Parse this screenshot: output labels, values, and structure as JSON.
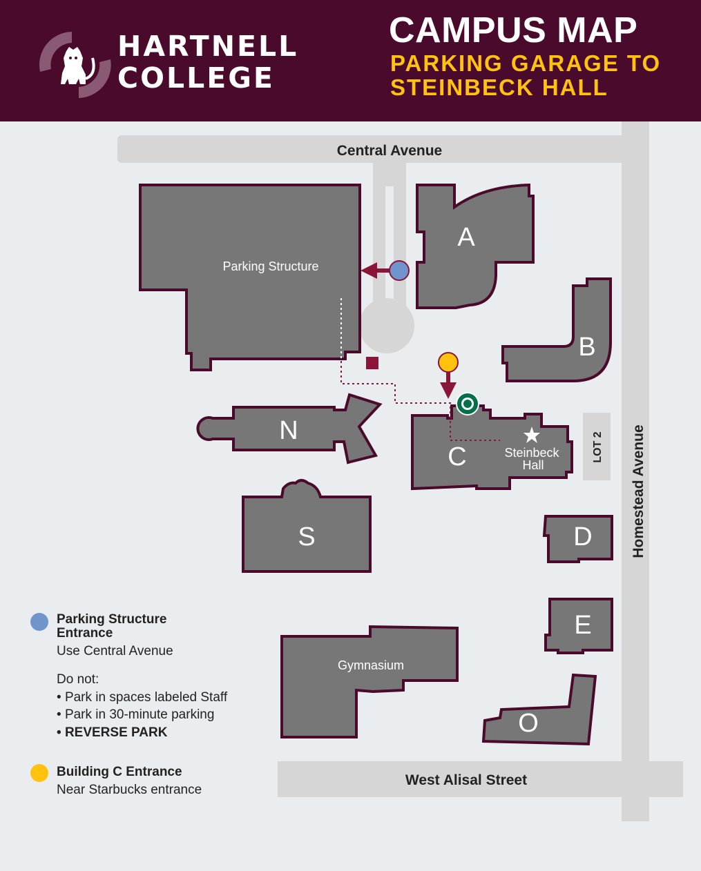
{
  "header": {
    "college_line1": "HARTNELL",
    "college_line2": "COLLEGE",
    "title": "CAMPUS MAP",
    "subtitle_line1": "PARKING GARAGE TO",
    "subtitle_line2": "STEINBECK HALL"
  },
  "streets": {
    "north": "Central Avenue",
    "east": "Homestead Avenue",
    "south": "West Alisal Street"
  },
  "buildings": {
    "parking": "Parking Structure",
    "a": "A",
    "b": "B",
    "c": "C",
    "d": "D",
    "e": "E",
    "n": "N",
    "s": "S",
    "o": "O",
    "gym": "Gymnasium",
    "steinbeck_line1": "Steinbeck",
    "steinbeck_line2": "Hall",
    "lot2": "LOT 2"
  },
  "legend": {
    "parking_entrance_line1": "Parking Structure",
    "parking_entrance_line2": "Entrance",
    "parking_entrance_note": "Use Central Avenue",
    "do_not_heading": "Do not:",
    "do_not_items": [
      "Park in spaces labeled Staff",
      "Park in 30-minute parking",
      "REVERSE PARK"
    ],
    "building_c_entrance": "Building C Entrance",
    "building_c_note": "Near Starbucks entrance"
  },
  "colors": {
    "maroon": "#4a0a2b",
    "gold": "#ffc20e",
    "building": "#777777",
    "road": "#d6d6d6",
    "background": "#e9edf0",
    "parking_marker": "#6f95cc",
    "building_c_marker": "#ffc20e",
    "arrow": "#8a1538",
    "starbucks": "#00704a"
  },
  "icons": {
    "logo": "puma-logo-icon",
    "destination": "star-icon",
    "cafe": "starbucks-icon"
  }
}
